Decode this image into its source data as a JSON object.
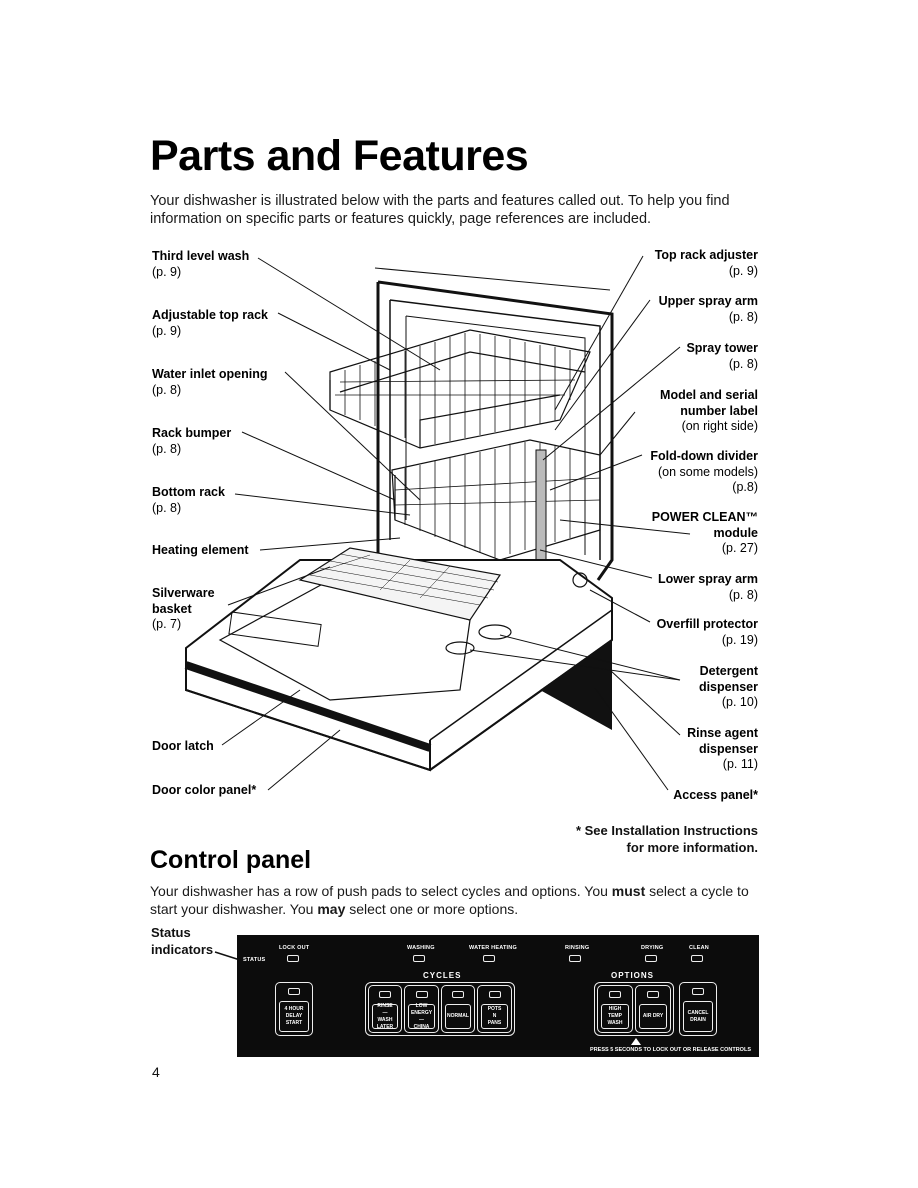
{
  "page": {
    "title": "Parts and Features",
    "intro": "Your dishwasher is illustrated below with the parts and features called out. To help you find information on specific parts or features quickly, page references are included.",
    "page_number": "4"
  },
  "callouts_left": [
    {
      "name": "Third level wash",
      "ref": "(p. 9)"
    },
    {
      "name": "Adjustable top rack",
      "ref": "(p. 9)"
    },
    {
      "name": "Water inlet opening",
      "ref": "(p. 8)"
    },
    {
      "name": "Rack bumper",
      "ref": "(p. 8)"
    },
    {
      "name": "Bottom rack",
      "ref": "(p. 8)"
    },
    {
      "name": "Heating element",
      "ref": ""
    },
    {
      "name": "Silverware basket",
      "ref": "(p. 7)"
    },
    {
      "name": "Door latch",
      "ref": ""
    },
    {
      "name": "Door color panel*",
      "ref": ""
    }
  ],
  "callouts_right": [
    {
      "name": "Top rack adjuster",
      "ref": "(p. 9)"
    },
    {
      "name": "Upper spray arm",
      "ref": "(p. 8)"
    },
    {
      "name": "Spray tower",
      "ref": "(p. 8)"
    },
    {
      "name": "Model and serial number label",
      "ref": "(on right side)"
    },
    {
      "name": "Fold-down divider",
      "note": "(on some models)",
      "ref": "(p.8)"
    },
    {
      "name": "POWER CLEAN™ module",
      "ref": "(p. 27)"
    },
    {
      "name": "Lower spray arm",
      "ref": "(p. 8)"
    },
    {
      "name": "Overfill protector",
      "ref": "(p. 19)"
    },
    {
      "name": "Detergent dispenser",
      "ref": "(p. 10)"
    },
    {
      "name": "Rinse agent dispenser",
      "ref": "(p. 11)"
    },
    {
      "name": "Access panel*",
      "ref": ""
    }
  ],
  "footnote": {
    "line1": "* See Installation Instructions",
    "line2": "for more information."
  },
  "control_panel": {
    "heading": "Control panel",
    "text_a": "Your dishwasher has a row of push pads to select cycles and options. You ",
    "text_must": "must",
    "text_b": " select a cycle to start your dishwasher. You ",
    "text_may": "may",
    "text_c": " select one or more options.",
    "status_label_1": "Status",
    "status_label_2": "indicators",
    "status_word": "STATUS",
    "indicators": [
      "LOCK OUT",
      "WASHING",
      "WATER HEATING",
      "RINSING",
      "DRYING",
      "CLEAN"
    ],
    "cycles_label": "CYCLES",
    "options_label": "OPTIONS",
    "delay_pad": "4 HOUR\nDELAY\nSTART",
    "cycle_pads": [
      "RINSE\n—\nWASH\nLATER",
      "LOW\nENERGY\n—\nCHINA",
      "NORMAL",
      "POTS\nN\nPANS"
    ],
    "option_pads": [
      "HIGH\nTEMP\nWASH",
      "AIR DRY"
    ],
    "cancel_pad": "CANCEL\nDRAIN",
    "lockout_note": "PRESS 5 SECONDS TO LOCK OUT OR RELEASE CONTROLS"
  }
}
